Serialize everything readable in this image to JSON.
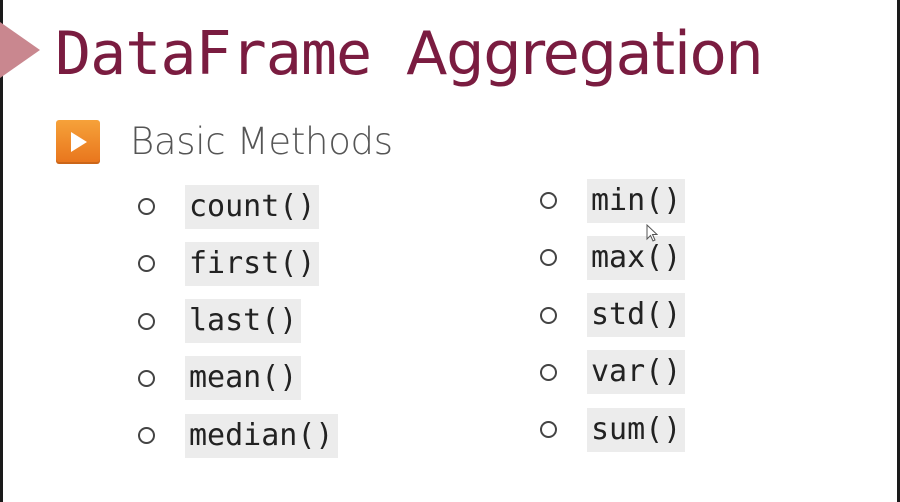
{
  "slide": {
    "title_mono": "DataFrame ",
    "title_sans": "Aggregation",
    "section": "Basic Methods",
    "left_methods": [
      "count()",
      "first()",
      "last()",
      "mean()",
      "median()"
    ],
    "right_methods": [
      "min()",
      "max()",
      "std()",
      "var()",
      "sum()"
    ]
  },
  "colors": {
    "title": "#7a1c40",
    "title_marker": "#c9878f",
    "play_bullet": "#f08a2a",
    "code_background": "#ececec"
  },
  "icons": {
    "title_marker": "triangle-right-icon",
    "section_bullet": "play-icon",
    "list_bullet": "circle-bullet-icon",
    "pointer": "mouse-cursor-icon"
  }
}
